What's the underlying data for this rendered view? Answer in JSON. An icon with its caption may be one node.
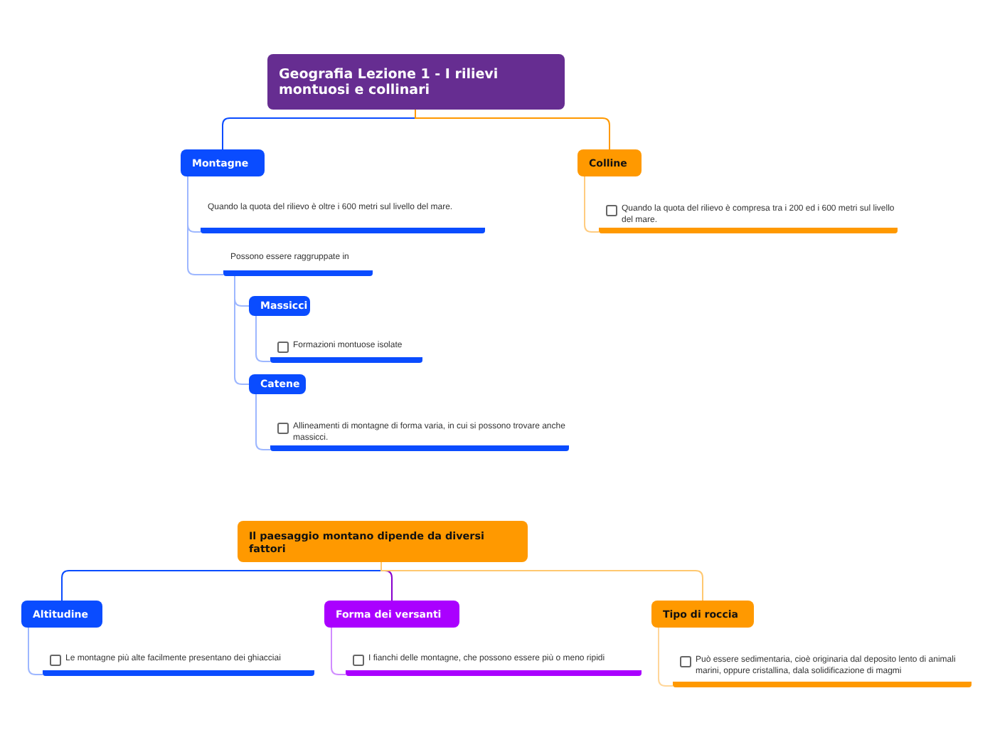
{
  "diagram": {
    "nodes": [
      {
        "text": [
          "Geografia Lezione 1 - I rilievi montuosi e collinari"
        ]
      },
      {
        "text": [
          "Montagne"
        ]
      },
      {
        "text": [
          "Colline"
        ]
      },
      {
        "text": [
          "Quando la quota del rilievo è oltre i 600 metri sul livello del mare."
        ]
      },
      {
        "text": [
          "Possono essere raggruppate in"
        ]
      },
      {
        "text": [
          "Massicci"
        ]
      },
      {
        "text": [
          "Formazioni montuose isolate"
        ]
      },
      {
        "text": [
          "Catene"
        ]
      },
      {
        "text": [
          "Allineamenti di montagne di forma varia, in cui si possono trovare anche massicci."
        ]
      },
      {
        "text": [
          "Quando la quota del rilievo è compresa tra i 200 ed i 600 metri sul livello del mare."
        ]
      },
      {
        "text": [
          "Il paesaggio montano dipende da diversi fattori"
        ]
      },
      {
        "text": [
          "Altitudine"
        ]
      },
      {
        "text": [
          "Forma dei versanti"
        ]
      },
      {
        "text": [
          "Tipo di roccia"
        ]
      },
      {
        "text": [
          "Le montagne più alte facilmente presentano dei ghiacciai"
        ]
      },
      {
        "text": [
          "I fianchi delle montagne, che possono essere più o meno ripidi"
        ]
      },
      {
        "text": [
          "Può essere sedimentaria, cioè originaria dal deposito lento di animali marini, oppure cristallina, dala solidificazione di magmi"
        ]
      }
    ],
    "edges": [
      {
        "from": 0,
        "to": 1,
        "arrow": "none",
        "color": "#0a4cff"
      },
      {
        "from": 0,
        "to": 2,
        "arrow": "none",
        "color": "#ff9900"
      },
      {
        "from": 1,
        "to": 3,
        "arrow": "none",
        "color": "#9db7ff"
      },
      {
        "from": 1,
        "to": 4,
        "arrow": "none",
        "color": "#9db7ff"
      },
      {
        "from": 4,
        "to": 5,
        "arrow": "none",
        "color": "#9db7ff"
      },
      {
        "from": 5,
        "to": 6,
        "arrow": "none",
        "color": "#9db7ff"
      },
      {
        "from": 4,
        "to": 7,
        "arrow": "none",
        "color": "#9db7ff"
      },
      {
        "from": 7,
        "to": 8,
        "arrow": "none",
        "color": "#9db7ff"
      },
      {
        "from": 2,
        "to": 9,
        "arrow": "none",
        "color": "#ffcc80"
      },
      {
        "from": 10,
        "to": 11,
        "arrow": "none",
        "color": "#0a4cff"
      },
      {
        "from": 10,
        "to": 12,
        "arrow": "none",
        "color": "#8800cc"
      },
      {
        "from": 10,
        "to": 13,
        "arrow": "none",
        "color": "#ffc870"
      },
      {
        "from": 11,
        "to": 14,
        "arrow": "none",
        "color": "#9db7ff"
      },
      {
        "from": 12,
        "to": 15,
        "arrow": "none",
        "color": "#d08cff"
      },
      {
        "from": 13,
        "to": 16,
        "arrow": "none",
        "color": "#ffd699"
      }
    ]
  }
}
